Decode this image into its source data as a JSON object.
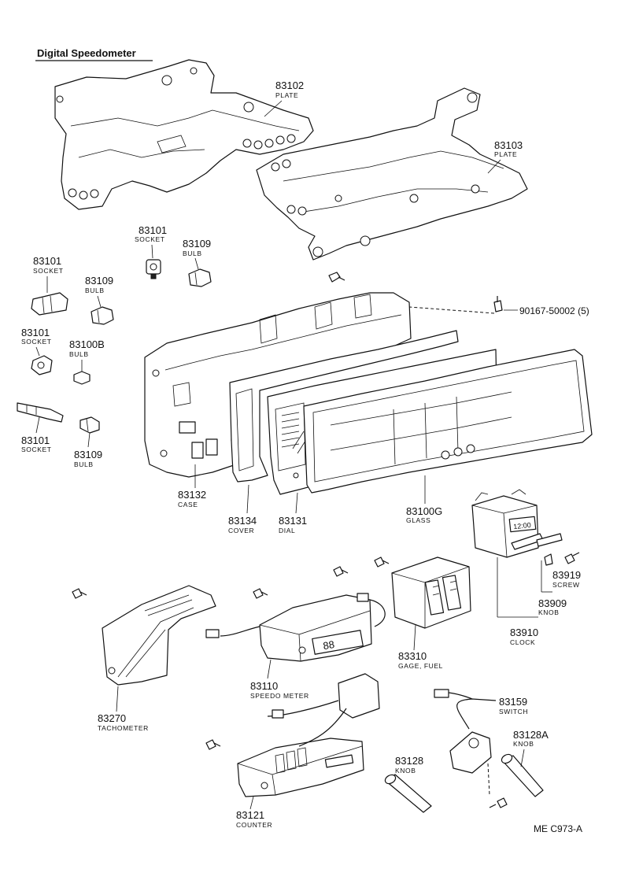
{
  "title": "Digital Speedometer",
  "reference": "ME C973-A",
  "parts": {
    "p83102": {
      "number": "83102",
      "name": "PLATE"
    },
    "p83103": {
      "number": "83103",
      "name": "PLATE"
    },
    "p83101a": {
      "number": "83101",
      "name": "SOCKET"
    },
    "p83109a": {
      "number": "83109",
      "name": "BULB"
    },
    "p83101b": {
      "number": "83101",
      "name": "SOCKET"
    },
    "p83109b": {
      "number": "83109",
      "name": "BULB"
    },
    "p83101c": {
      "number": "83101",
      "name": "SOCKET"
    },
    "p83100b": {
      "number": "83100B",
      "name": "BULB"
    },
    "p83101d": {
      "number": "83101",
      "name": "SOCKET"
    },
    "p83109c": {
      "number": "83109",
      "name": "BULB"
    },
    "screw90167": {
      "number": "90167-50002 (5)"
    },
    "p83132": {
      "number": "83132",
      "name": "CASE"
    },
    "p83134": {
      "number": "83134",
      "name": "COVER"
    },
    "p83131": {
      "number": "83131",
      "name": "DIAL"
    },
    "p83100g": {
      "number": "83100G",
      "name": "GLASS"
    },
    "p83919": {
      "number": "83919",
      "name": "SCREW"
    },
    "p83909": {
      "number": "83909",
      "name": "KNOB"
    },
    "p83910": {
      "number": "83910",
      "name": "CLOCK"
    },
    "p83310": {
      "number": "83310",
      "name": "GAGE, FUEL"
    },
    "p83110": {
      "number": "83110",
      "name": "SPEEDO METER"
    },
    "p83270": {
      "number": "83270",
      "name": "TACHOMETER"
    },
    "p83159": {
      "number": "83159",
      "name": "SWITCH"
    },
    "p83128a": {
      "number": "83128A",
      "name": "KNOB"
    },
    "p83128": {
      "number": "83128",
      "name": "KNOB"
    },
    "p83121": {
      "number": "83121",
      "name": "COUNTER"
    }
  },
  "display_readouts": {
    "clock": "12:00",
    "speedo": "88"
  }
}
